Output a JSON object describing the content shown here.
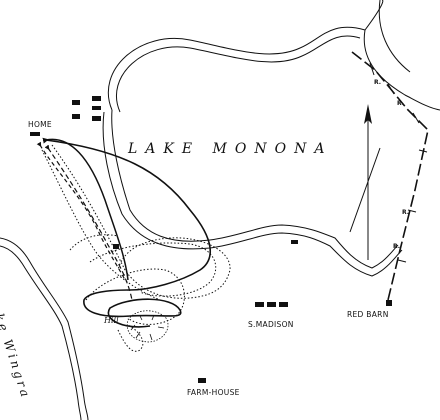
{
  "map": {
    "labels": {
      "lake_monona": "LAKE MONONA",
      "lake_wingra": "Lake Wingra",
      "home": "HOME",
      "s_madison": "S.MADISON",
      "red_barn": "RED BARN",
      "farm_house": "FARM-HOUSE",
      "hill": "Hill",
      "railroad_mark": "R."
    },
    "colors": {
      "ink": "#111111",
      "background": "#ffffff"
    },
    "icons": [
      "north-arrow-icon",
      "building-icon"
    ]
  }
}
